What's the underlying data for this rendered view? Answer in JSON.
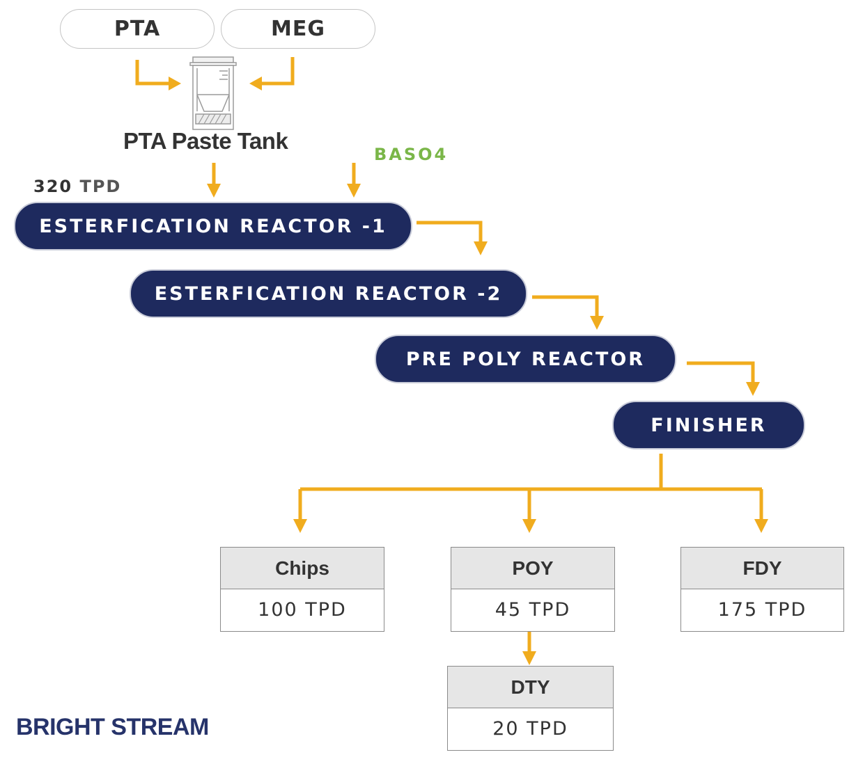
{
  "inputs": {
    "pta": "PTA",
    "meg": "MEG"
  },
  "tank_label": "PTA Paste Tank",
  "additive": "BASO4",
  "feed_rate": {
    "number": "320",
    "unit": "TPD"
  },
  "reactors": {
    "er1": "ESTERFICATION REACTOR -1",
    "er2": "ESTERFICATION REACTOR -2",
    "prepoly": "PRE POLY REACTOR",
    "finisher": "FINISHER"
  },
  "products": {
    "chips": {
      "name": "Chips",
      "value": "100 TPD"
    },
    "poy": {
      "name": "POY",
      "value": "45 TPD"
    },
    "fdy": {
      "name": "FDY",
      "value": "175 TPD"
    },
    "dty": {
      "name": "DTY",
      "value": "20 TPD"
    }
  },
  "stream_title": "BRIGHT STREAM",
  "colors": {
    "arrow": "#f0ac1e",
    "reactor": "#1e2a5e",
    "title": "#26336a",
    "additive": "#7ab648"
  }
}
